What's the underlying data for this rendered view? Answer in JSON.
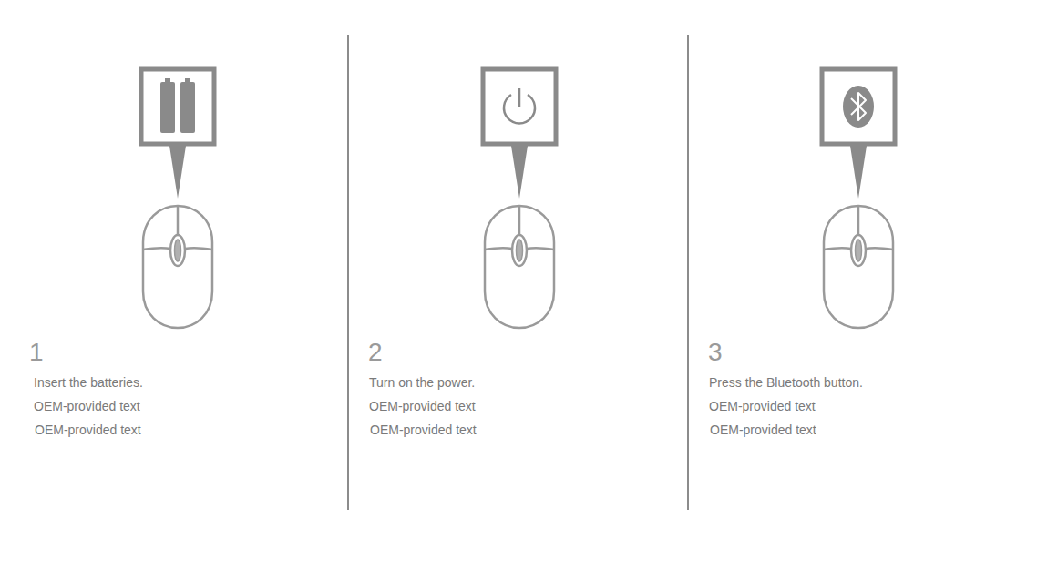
{
  "diagram": {
    "labels": [
      "1",
      "Insert the batteries.",
      "OEM-provided text",
      "OEM-provided text",
      "2",
      "Turn on the power.",
      "OEM-provided text",
      "OEM-provided text",
      "3",
      "Press the Bluetooth button.",
      "OEM-provided text",
      "OEM-provided text"
    ]
  }
}
